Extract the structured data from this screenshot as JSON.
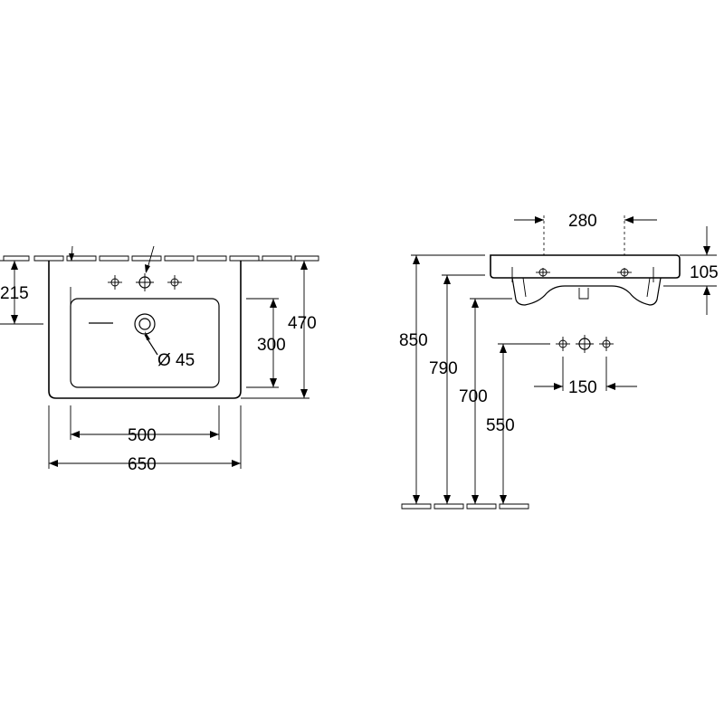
{
  "drawing": {
    "plan_view": {
      "dim_depth_to_tap": "215",
      "dim_total_depth": "470",
      "dim_bowl_depth": "300",
      "dim_bowl_width": "500",
      "dim_total_width": "650",
      "dim_drain_diameter": "Ø 45"
    },
    "side_view": {
      "dim_bracket_spacing": "280",
      "dim_basin_height": "105",
      "dim_height_top": "850",
      "dim_height_rim": "790",
      "dim_height_underside": "700",
      "dim_height_supply": "550",
      "dim_tap_spacing": "150"
    }
  }
}
